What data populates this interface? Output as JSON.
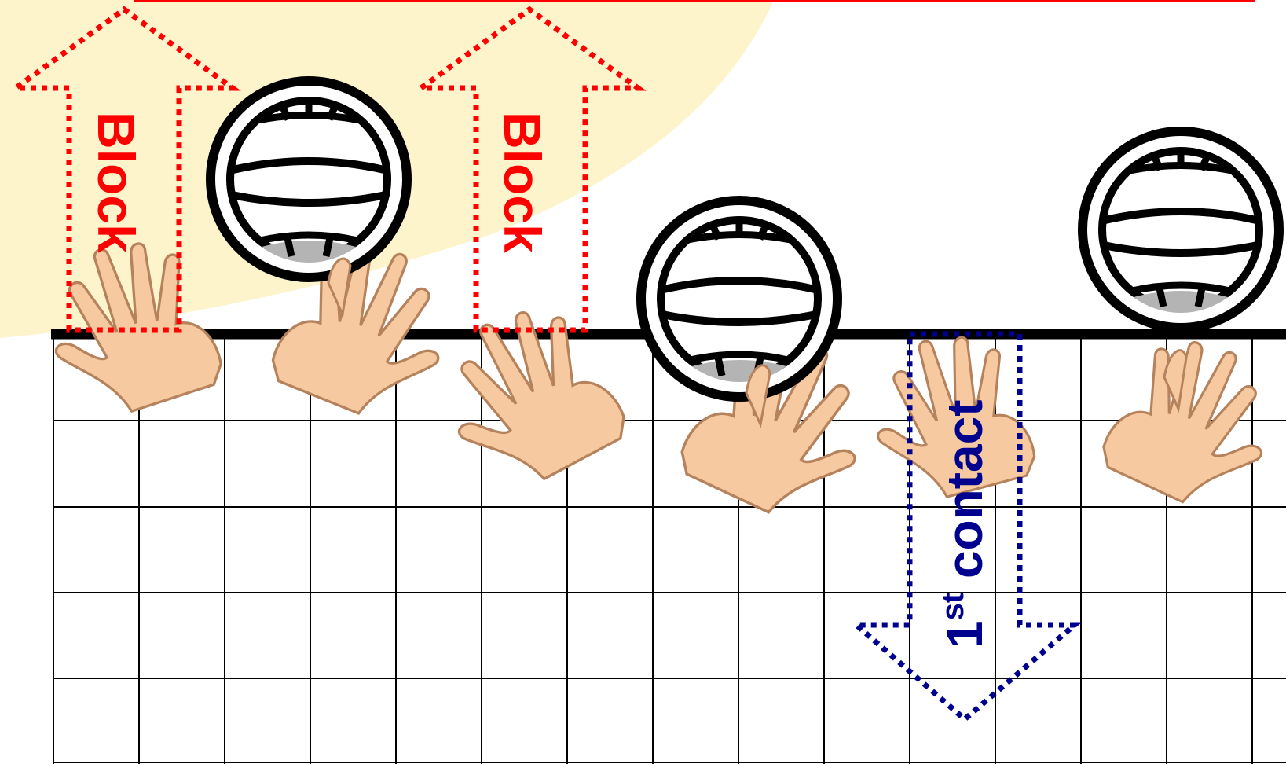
{
  "colors": {
    "background": "#ffffff",
    "highlight": "#fdf4cc",
    "net_line": "#000000",
    "grid": "#000000",
    "block": "#ff0000",
    "contact": "#00008f",
    "skin": "#f6c9a0",
    "ball_shade": "#b4b4b4"
  },
  "labels": {
    "block_left": "Block",
    "block_right": "Block",
    "first_contact_main": "1",
    "first_contact_sup": "st",
    "first_contact_rest": " contact"
  },
  "icons": [
    "volleyball-icon",
    "hand-icon"
  ]
}
